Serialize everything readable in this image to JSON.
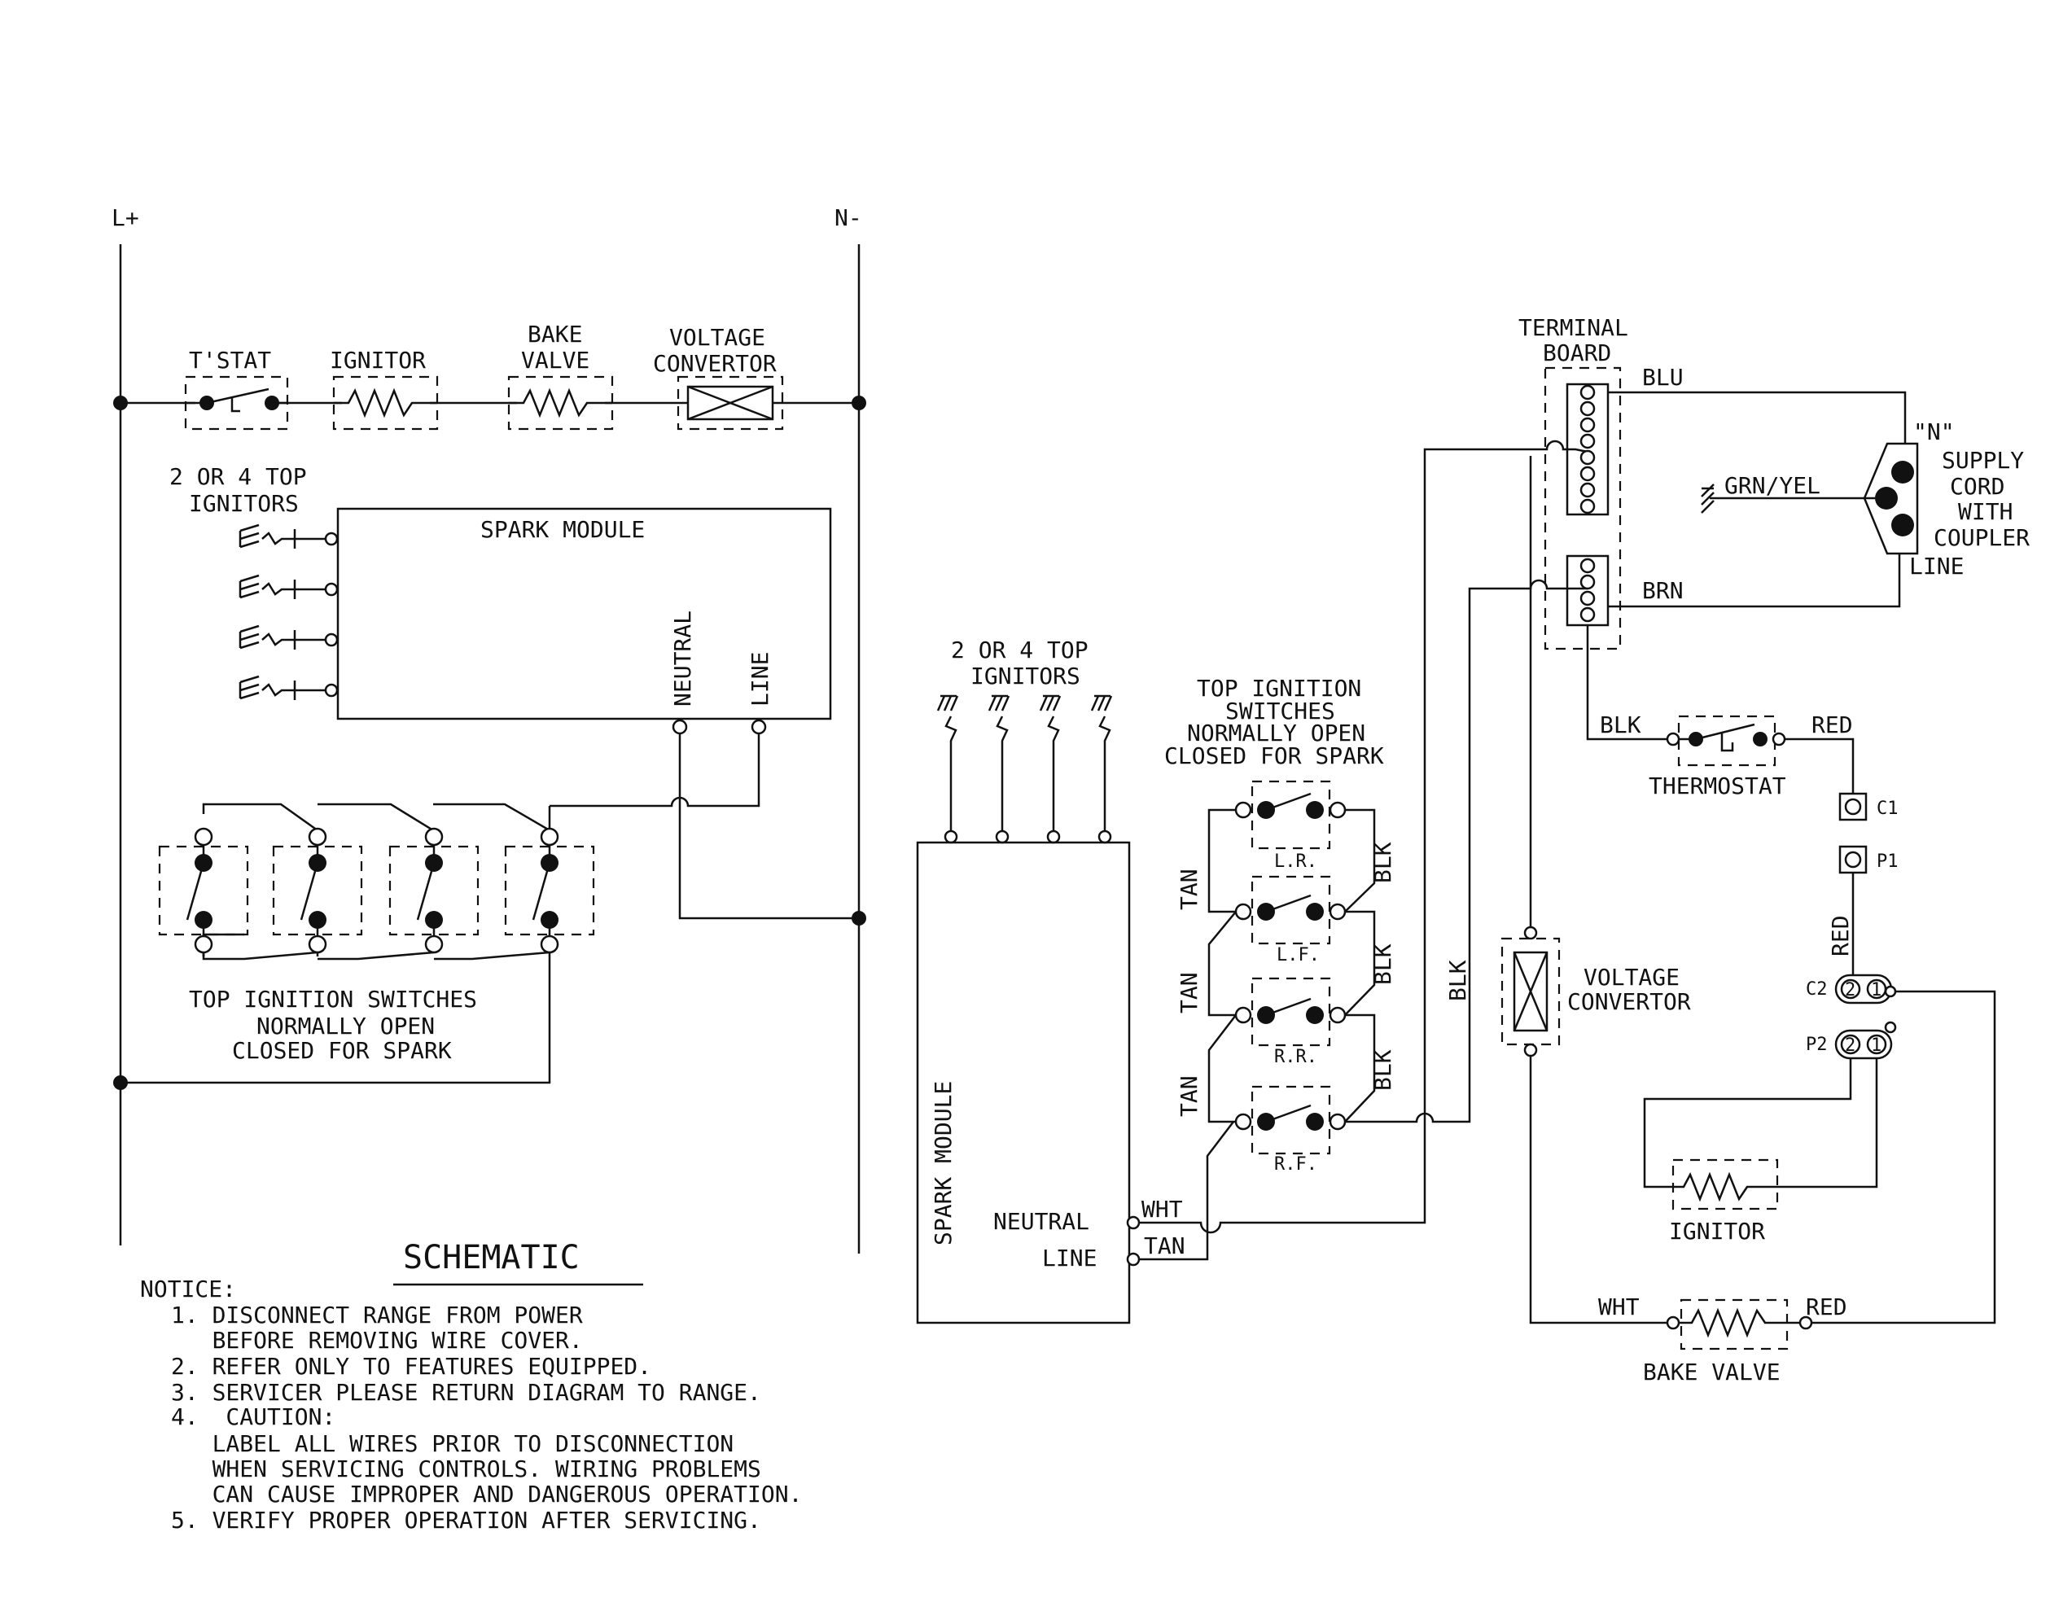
{
  "schematic": {
    "rail_left": "L+",
    "rail_right": "N-",
    "tstat": "T'STAT",
    "ignitor": "IGNITOR",
    "bake_valve_1": "BAKE",
    "bake_valve_2": "VALVE",
    "voltage_convertor_1": "VOLTAGE",
    "voltage_convertor_2": "CONVERTOR",
    "top_ignitors_1": "2 OR 4 TOP",
    "top_ignitors_2": "IGNITORS",
    "spark_module": "SPARK MODULE",
    "neutral": "NEUTRAL",
    "line": "LINE",
    "switches_1": "TOP IGNITION SWITCHES",
    "switches_2": "NORMALLY OPEN",
    "switches_3": "CLOSED FOR SPARK",
    "title": "SCHEMATIC"
  },
  "notice": {
    "heading": "NOTICE:",
    "items": [
      "1. DISCONNECT RANGE FROM POWER",
      "   BEFORE REMOVING WIRE COVER.",
      "2. REFER ONLY TO FEATURES EQUIPPED.",
      "3. SERVICER PLEASE RETURN DIAGRAM TO RANGE.",
      "4.  CAUTION:",
      "   LABEL ALL WIRES PRIOR TO DISCONNECTION",
      "   WHEN SERVICING CONTROLS. WIRING PROBLEMS",
      "   CAN CAUSE IMPROPER AND DANGEROUS OPERATION.",
      "5. VERIFY PROPER OPERATION AFTER SERVICING."
    ]
  },
  "wiring": {
    "top_ignitors_1": "2 OR 4 TOP",
    "top_ignitors_2": "IGNITORS",
    "spark_module": "SPARK MODULE",
    "neutral": "NEUTRAL",
    "line": "LINE",
    "wht": "WHT",
    "tan": "TAN",
    "switches_1": "TOP IGNITION",
    "switches_2": "SWITCHES",
    "switches_3": "NORMALLY OPEN",
    "switches_4": "CLOSED FOR SPARK",
    "burners": [
      "L.R.",
      "L.F.",
      "R.R.",
      "R.F."
    ],
    "wire_tan": "TAN",
    "wire_blk": "BLK",
    "terminal_board_1": "TERMINAL",
    "terminal_board_2": "BOARD",
    "blu": "BLU",
    "brn": "BRN",
    "grn_yel": "GRN/YEL",
    "n_mark": "\"N\"",
    "supply_1": "SUPPLY",
    "supply_2": "CORD",
    "supply_3": "WITH",
    "supply_4": "COUPLER",
    "supply_line": "LINE",
    "blk": "BLK",
    "red": "RED",
    "thermostat": "THERMOSTAT",
    "c1": "C1",
    "p1": "P1",
    "c2": "C2",
    "p2": "P2",
    "pin2": "2",
    "pin1": "1",
    "voltage_1": "VOLTAGE",
    "voltage_2": "CONVERTOR",
    "ignitor": "IGNITOR",
    "bake_valve": "BAKE VALVE"
  }
}
